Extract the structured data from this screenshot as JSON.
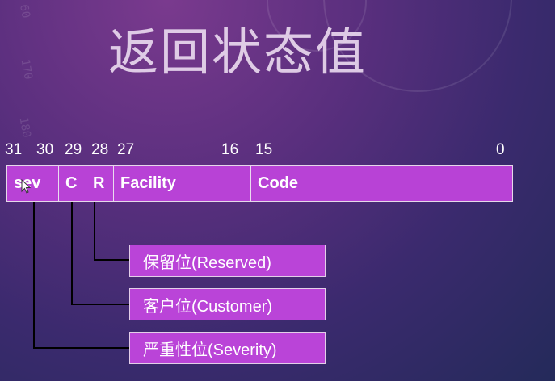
{
  "title": "返回状态值",
  "bit_numbers": [
    "31",
    "30",
    "29",
    "28",
    "27",
    "16",
    "15",
    "0"
  ],
  "fields": [
    {
      "label": "sev"
    },
    {
      "label": "C"
    },
    {
      "label": "R"
    },
    {
      "label": "Facility"
    },
    {
      "label": "Code"
    }
  ],
  "legend": {
    "reserved": "保留位(Reserved)",
    "customer": "客户位(Customer)",
    "severity": "严重性位(Severity)"
  },
  "colors": {
    "field_fill": "#b842d6",
    "label_fill": "#ba44d8",
    "connector": "#000000"
  },
  "decor_numbers": [
    "60",
    "170",
    "180"
  ]
}
